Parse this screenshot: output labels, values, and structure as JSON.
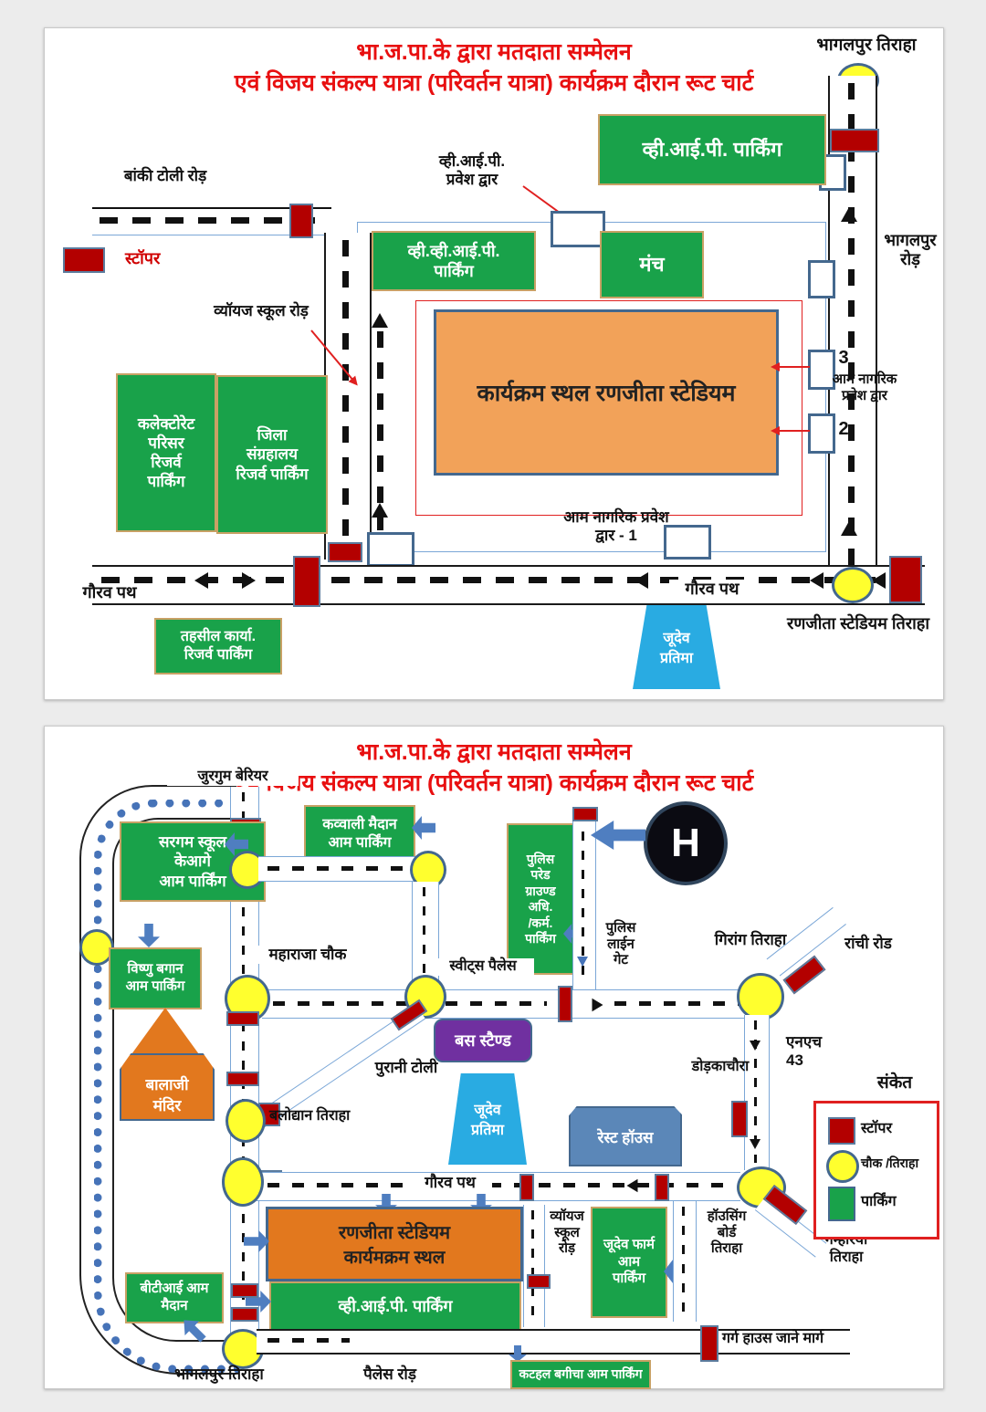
{
  "titles": {
    "line1": "भा.ज.पा.के द्वारा मतदाता सम्मेलन",
    "line2": "एवं विजय संकल्प यात्रा (परिवर्तन यात्रा) कार्यक्रम दौरान रूट चार्ट"
  },
  "colors": {
    "parking_green": "#19a24a",
    "stadium_orange_light": "#f2a259",
    "stadium_orange_dark": "#e2781e",
    "stopper_red": "#b30000",
    "chowk_yellow": "#ffff2e",
    "statue_blue": "#29abe2",
    "rest_house_blue": "#5b87b8",
    "bus_stand_purple": "#7030a0",
    "title_red": "#e80f10",
    "road_line_blue": "#7ba7d7",
    "arrow_blue": "#4f7ec0"
  },
  "map1": {
    "bhagalpur_tiraha": "भागलपुर तिराहा",
    "vip_parking": "व्ही.आई.पी. पार्किंग",
    "bhagalpur_road": "भागलपुर\nरोड़",
    "banki_toli_road": "बांकी टोली रोड़",
    "stopper_label": "स्टॉपर",
    "vip_entry": "व्ही.आई.पी.\nप्रवेश द्वार",
    "vvip_parking": "व्ही.व्ही.आई.पी.\nपार्किंग",
    "manch": "मंच",
    "vyoyaj_school_road": "व्यॉयज स्कूल रोड़",
    "stadium": "कार्यक्रम स्थल रणजीता स्टेडियम",
    "gate3": "3",
    "gate2": "2",
    "aam_nagrik_gate_right": "आम नागरिक\nप्रवेश द्वार",
    "collectorate_parking": "कलेक्टोरेट\nपरिसर\nरिजर्व\nपार्किंग",
    "museum_parking": "जिला\nसंग्रहालय\nरिजर्व पार्किंग",
    "aam_nagrik_gate1": "आम नागरिक प्रवेश\nद्वार - 1",
    "gaurav_path_left": "गौरव पथ",
    "gaurav_path_right": "गौरव पथ",
    "tehsil_parking": "तहसील कार्या.\nरिजर्व पार्किंग",
    "judev_pratima": "जूदेव\nप्रतिमा",
    "ranjita_tiraha": "रणजीता स्टेडियम तिराहा"
  },
  "map2": {
    "jurgum_barrier": "जुरगुम बेरियर",
    "sargam_parking": "सरगम स्कूल\nकेआगे\nआम पार्किंग",
    "qawwali_parking": "कव्वाली मैदान\nआम पार्किंग",
    "police_parade_parking": "पुलिस\nपरेड\nग्राउण्ड\nअधि.\n/कर्म.\nपार्किंग",
    "helipad": "H",
    "police_line_gate": "पुलिस\nलाईन\nगेट",
    "girang_tiraha": "गिरांग तिराहा",
    "ranchi_road": "रांची रोड",
    "maharaja_chowk": "महाराजा चौक",
    "sweets_palace": "स्वीट्स पैलेस",
    "bus_stand": "बस स्टैण्ड",
    "purani_toli": "पुरानी टोली",
    "vishnu_bagan": "विष्णु बगान\nआम पार्किंग",
    "balaji_mandir": "बालाजी\nमंदिर",
    "nh43": "एनएच\n43",
    "dodkachaura": "डोड़काचौरा",
    "rest_house": "रेस्ट हॉउस",
    "balodyan_tiraha": "बलोद्यान तिराहा",
    "judev_pratima": "जूदेव\nप्रतिमा",
    "gaurav_path": "गौरव पथ",
    "stadium_venue": "रणजीता स्टेडियम\nकार्यमक्रम स्थल",
    "vip_parking": "व्ही.आई.पी. पार्किंग",
    "bti_maidan": "बीटीआई आम\nमैदान",
    "vyoyaj_school_road": "व्यॉयज\nस्कूल\nरोड़",
    "judev_farm_parking": "जूदेव फार्म\nआम\nपार्किंग",
    "housing_board_tiraha": "हॉउसिंग\nबोर्ड\nतिराहा",
    "gamharia_tiraha": "गम्हरिया\nतिराहा",
    "garg_house_marg": "गर्ग हाउस जाने मार्ग",
    "bhagalpur_tiraha": "भागलपुर तिराहा",
    "palace_road": "पैलेस रोड़",
    "kathal_parking": "कटहल बगीचा आम पार्किंग",
    "legend": {
      "title": "संकेत",
      "items": [
        {
          "label": "स्टॉपर"
        },
        {
          "label": "चौक /तिराहा"
        },
        {
          "label": "पार्किंग"
        }
      ]
    }
  }
}
